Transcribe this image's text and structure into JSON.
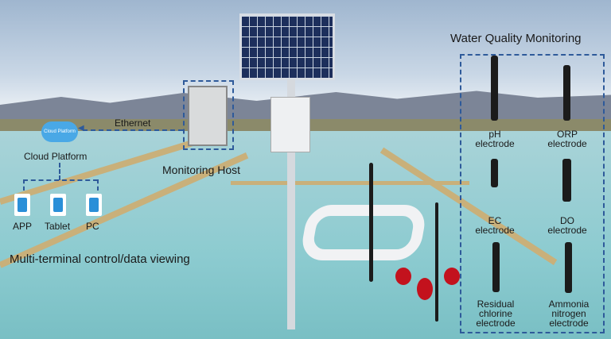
{
  "title": "Water Quality Monitoring",
  "system": {
    "ethernet_label": "Ethernet",
    "cloud_icon_text": "Cloud Platform",
    "cloud_label": "Cloud Platform",
    "host_label": "Monitoring Host",
    "terminals": [
      {
        "label": "APP",
        "icon": "phone-icon"
      },
      {
        "label": "Tablet",
        "icon": "tablet-icon"
      },
      {
        "label": "PC",
        "icon": "monitor-icon"
      }
    ],
    "terminals_caption": "Multi-terminal control/data viewing"
  },
  "sensors": [
    {
      "name": "pH",
      "suffix": "electrode"
    },
    {
      "name": "ORP",
      "suffix": "electrode"
    },
    {
      "name": "EC",
      "suffix": "electrode"
    },
    {
      "name": "DO",
      "suffix": "electrode"
    },
    {
      "name": "Residual chlorine",
      "suffix": "electrode"
    },
    {
      "name": "Ammonia nitrogen",
      "suffix": "electrode"
    }
  ],
  "colors": {
    "dash": "#2e5a9a",
    "cloud": "#49a8e6",
    "buoy": "#c3121d"
  }
}
